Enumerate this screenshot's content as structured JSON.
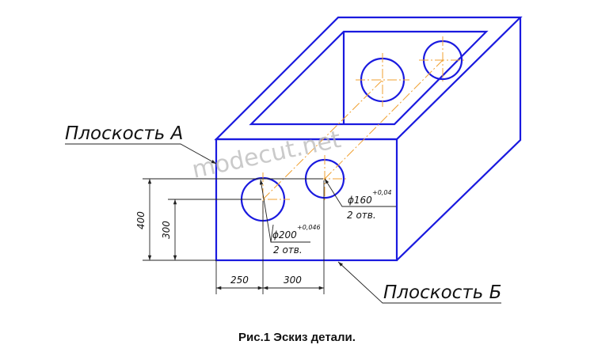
{
  "labels": {
    "plane_a": "Плоскость А",
    "plane_b": "Плоскость Б",
    "hole_small_diameter": "ϕ160",
    "hole_small_tolerance": "+0,04",
    "hole_small_count": "2 отв.",
    "hole_large_diameter": "ϕ200",
    "hole_large_tolerance": "+0,046",
    "hole_large_count": "2 отв.",
    "dim_400": "400",
    "dim_300_vertical": "300",
    "dim_250": "250",
    "dim_300_horizontal": "300"
  },
  "watermark": "modecut.net",
  "caption": "Рис.1 Эскиз детали.",
  "colors": {
    "outline": "#1a1adf",
    "axis": "#f0a030",
    "dimension": "#222222"
  }
}
